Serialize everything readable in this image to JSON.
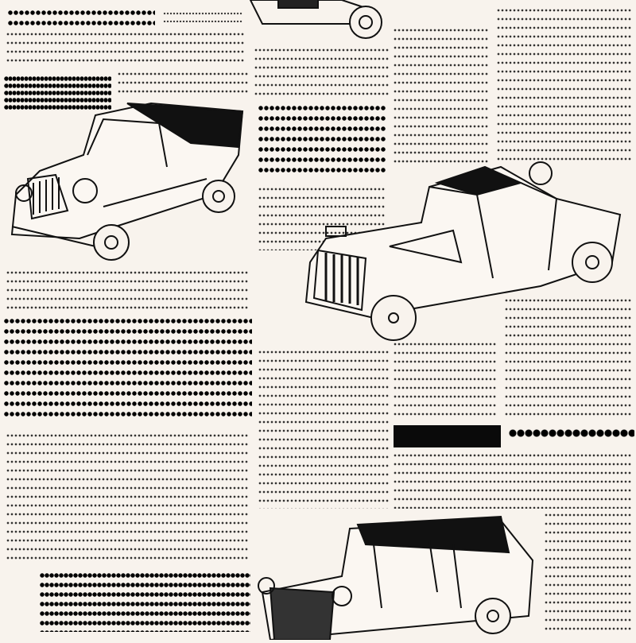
{
  "colors": {
    "paper": "#f8f3ed",
    "ink": "#111111"
  },
  "illustrations": [
    "vintage-car",
    "vintage-car",
    "vintage-car",
    "vintage-car"
  ]
}
